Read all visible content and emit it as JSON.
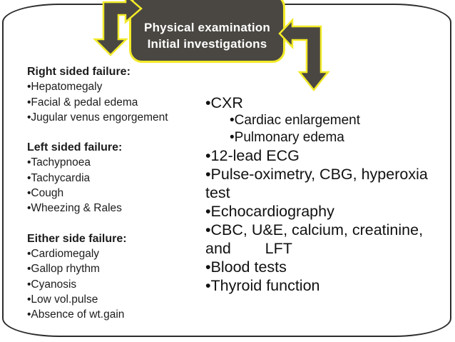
{
  "slide": {
    "title_box": {
      "line1": "Physical examination",
      "line2": "Initial investigations"
    },
    "arrows": {
      "left": "bent-arrow-from-box-pointing-down-left",
      "right": "bent-arrow-from-box-pointing-down-right"
    },
    "left_panel": {
      "blocks": [
        {
          "heading": "Right sided failure:",
          "items": [
            "•Hepatomegaly",
            "•Facial & pedal edema",
            "•Jugular venus engorgement"
          ]
        },
        {
          "heading": "Left sided failure:",
          "items": [
            "•Tachypnoea",
            "•Tachycardia",
            "•Cough",
            "•Wheezing & Rales"
          ]
        },
        {
          "heading": "Either side failure:",
          "items": [
            "•Cardiomegaly",
            "•Gallop rhythm",
            "•Cyanosis",
            "•Low vol.pulse",
            "•Absence of wt.gain"
          ]
        }
      ]
    },
    "right_panel": {
      "items": [
        {
          "text": "•CXR",
          "level": 1
        },
        {
          "text": "•Cardiac enlargement",
          "level": 2
        },
        {
          "text": "•Pulmonary edema",
          "level": 2
        },
        {
          "text": "•12-lead ECG",
          "level": 1
        },
        {
          "text": "•Pulse-oximetry, CBG, hyperoxia test",
          "level": 1
        },
        {
          "text": "•CBC, U&E, calcium, creatinine, and        LFT",
          "level": 1
        },
        {
          "text": "•Echocardiography",
          "level": 1
        },
        {
          "text": "•Blood tests",
          "level": 1
        },
        {
          "text": "•Thyroid function",
          "level": 1
        }
      ],
      "order_note_items_rendered": [
        "•CXR",
        "•Cardiac enlargement",
        "•Pulmonary edema",
        "•12-lead ECG",
        "•Pulse-oximetry, CBG, hyperoxia test",
        "•Echocardiography",
        "•CBC, U&E, calcium, creatinine, and LFT",
        "•Blood tests",
        "•Thyroid function"
      ]
    },
    "colors": {
      "accent_yellow": "#f2ea28",
      "box_fill": "#4a4742",
      "box_text": "#ffffff",
      "body_text": "#1c1c1c",
      "slide_border": "#2d2d2d",
      "background": "#ffffff"
    }
  }
}
